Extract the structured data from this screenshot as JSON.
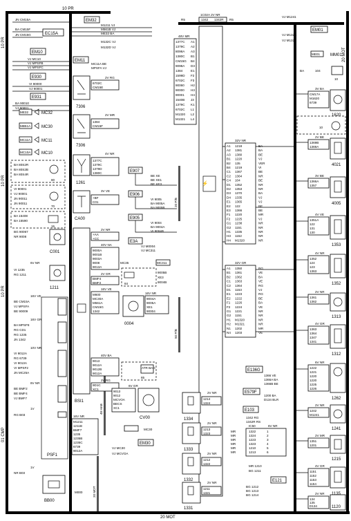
{
  "bars": {
    "top_left": "10 PR",
    "top_mid": "1C02A  2V NR",
    "top_mid_pins": [
      "R5",
      "1342",
      "1342R",
      "R5"
    ],
    "bottom": "20 MOT",
    "right_vertical": "20 MOT",
    "left_vertical": "10 PR",
    "left_vertical_2": "10 PR",
    "left_vertical_3": "10 PR",
    "left_vertical_4": "01 CMP",
    "mid_vertical_1": "20 P/B",
    "mid_vertical_2": "50 P/B",
    "mid_vertical_3": "48 HAB",
    "mid_vertical_4": "20 MOT"
  },
  "left_column": {
    "fuses": [
      {
        "id": "EC15A",
        "wires": [
          "JN CM15A",
          "BA CM15F",
          "JN CM15G"
        ]
      },
      {
        "id": "EM10",
        "wires": [
          "VJ MC10",
          "VJ MPSFB",
          "VJ MPSFC"
        ]
      },
      {
        "id": "E930",
        "wires": [
          "VI 90000",
          "VJ 90001"
        ]
      },
      {
        "id": "E931",
        "wires": [
          "BA 90010",
          "VJ 90001"
        ]
      }
    ],
    "motors": [
      {
        "id": "MC32",
        "conn": "ME32"
      },
      {
        "id": "MC30",
        "conn": "MB51A"
      },
      {
        "id": "MC11",
        "conn": "MC11A"
      },
      {
        "id": "MC10",
        "conn": "MC10A"
      }
    ],
    "block_80": {
      "label": "80",
      "wires": [
        "BA 80S2R",
        "BA 80S2B",
        "BA 80S4R"
      ]
    },
    "block_70": {
      "label": "70",
      "wires": [
        "VI 90001",
        "VJ 90001",
        "JN 90011",
        "JN 90011"
      ]
    },
    "block_15": {
      "label": "15",
      "wires": [
        "BA 15408",
        "BA 15590"
      ]
    },
    "c001": {
      "id": "C001",
      "wires": [
        "BG 90067",
        "NR 9008"
      ]
    },
    "c1211": {
      "id": "1211",
      "wires": [
        "6V NR",
        "VI 1235",
        "RG 1211"
      ]
    },
    "wires_16v_ve": {
      "label": "16V VE",
      "wires": [
        "BE CM15A",
        "VJ MPSFA",
        "BE 90009"
      ]
    },
    "wires_16v_gr": {
      "label": "16V GR",
      "wires": [
        "BA MPSF8",
        "RG CD1",
        "RG 1235",
        "JN 1342"
      ]
    },
    "wires_10v_nr": {
      "label": "10V NR",
      "wires": [
        "VI 9012A",
        "RG 6739",
        "VI 9013A",
        "VI MPSF2",
        "JN MC25A"
      ]
    },
    "wires_8v_nr": {
      "label": "8V NR",
      "wires": [
        "BE BMF2",
        "BE BMF4",
        "VJ BMF7"
      ]
    },
    "wire_1v": {
      "label": "1V",
      "wires": [
        "RG B03"
      ]
    },
    "psf1": "PSF1",
    "bb00": {
      "id": "BB00",
      "wires": [
        "1V",
        "NR B03"
      ]
    },
    "m000": "M000"
  },
  "mid_column": {
    "em32": {
      "id": "EM32",
      "wires": [
        "M1211 VJ",
        "M561B VJ",
        "ME32 BA"
      ]
    },
    "em11": {
      "id": "EM11",
      "wires": [
        "M132C VJ",
        "M132D VJ",
        "MC11A BE",
        "MPSFA VJ"
      ]
    },
    "block_7306a": {
      "id": "7306",
      "conn": "2V RG",
      "pins": [
        "6702C",
        "CM15E"
      ]
    },
    "block_7306b": {
      "id": "7306",
      "conn": "2V MR",
      "pins": [
        "1384",
        "CM15F"
      ]
    },
    "block_1261": {
      "id": "1261",
      "conn": "4V NR",
      "pins": [
        "1377C",
        "1379C",
        "1379D",
        "1380C"
      ]
    },
    "ca00": {
      "id": "CA00",
      "conn": "3V VE",
      "pins": [
        "+BF",
        "C01"
      ]
    },
    "bsi1": {
      "id": "BSI1",
      "conns": [
        {
          "label": "2V NR",
          "pins": [
            "+AA",
            "+CC"
          ]
        },
        {
          "label": "40V NA",
          "pins": [
            "9000A",
            "9001B",
            "9003A",
            "9008",
            "9013A"
          ]
        },
        {
          "label": "2V GR",
          "pins": [
            "BMF4",
            "BMF2"
          ]
        },
        {
          "label": "16V VE",
          "pins": [
            "M600",
            "MC30A",
            "M561A",
            "CM15G",
            "1342"
          ]
        },
        {
          "label": "40V BA",
          "pins": [
            "9013",
            "9012A",
            "9012B",
            "9012A"
          ]
        },
        {
          "label": "2V RG",
          "pins": [
            "9D1C",
            "XC1"
          ]
        },
        {
          "label": "16V NR",
          "pins": [
            "M1211",
            "1211B",
            "BMF7",
            "1235",
            "1235B",
            "1235C",
            "6739",
            "9012A"
          ]
        }
      ]
    },
    "pins_48v_mr": {
      "label": "48V MR",
      "rows": [
        {
          "w": "1377C",
          "p": "A1"
        },
        {
          "w": "1379C",
          "p": "A2"
        },
        {
          "w": "8098A",
          "p": "A3"
        },
        {
          "w": "1380C",
          "p": "B1"
        },
        {
          "w": "CM15G",
          "p": "B4"
        },
        {
          "w": "9098A",
          "p": "D3"
        },
        {
          "w": "1384",
          "p": "E1"
        },
        {
          "w": "1599D",
          "p": "F2"
        },
        {
          "w": "6702C",
          "p": "F3"
        },
        {
          "w": "90060",
          "p": "H2"
        },
        {
          "w": "90000",
          "p": "H3"
        },
        {
          "w": "90001",
          "p": "H4"
        },
        {
          "w": "1540B",
          "p": "J3"
        },
        {
          "w": "1379C",
          "p": "K1"
        },
        {
          "w": "6702C",
          "p": "L1"
        },
        {
          "w": "M1320",
          "p": "L2"
        },
        {
          "w": "M1321",
          "p": "L4"
        }
      ]
    },
    "e907": {
      "id": "E907",
      "wires": [
        "BE XE",
        "BE XE1",
        "BE XE3"
      ]
    },
    "e906": {
      "id": "E906",
      "wires": [
        "VI 9005",
        "BA 9005A",
        "BA 9005B"
      ]
    },
    "e905": {
      "id": "E905",
      "wires": [
        "VI 9004",
        "BA 9004A",
        "VI 9004B"
      ]
    },
    "e3a": {
      "id": "E3A",
      "wires": [
        "VJ M0004",
        "VJ MC311"
      ]
    },
    "mc35": {
      "id": "MC35",
      "wires": [
        "MC311"
      ]
    },
    "block_84": {
      "label": "84",
      "wires": [
        "9005B",
        "XE3",
        "9004B"
      ]
    },
    "c0004": {
      "id": "0004",
      "conn": "16V NR",
      "pins": [
        "9004A",
        "9005A",
        "XE1",
        "90004"
      ]
    },
    "atr_bag": {
      "label": "ATR BAG",
      "sub": "65"
    },
    "cv00": {
      "id": "CV00",
      "conn": "6V GR",
      "pins": [
        "9013",
        "9012",
        "MCVOA",
        "BECS",
        "XC1"
      ]
    },
    "mc30": {
      "id": "MC30",
      "wires": [
        "VJ MC30",
        "VJ MCVOA"
      ]
    },
    "em30": "EM30"
  },
  "pins_32v_nr": {
    "label": "32V NR",
    "rows": [
      [
        "A1",
        "1218",
        "BA"
      ],
      [
        "A2",
        "1381",
        "BA"
      ],
      [
        "A3",
        "1380",
        "BE"
      ],
      [
        "B1",
        "1220",
        "VJ"
      ],
      [
        "B2",
        "135",
        "VER"
      ],
      [
        "B4",
        "1219",
        "VI"
      ],
      [
        "C1",
        "1367",
        "BE"
      ],
      [
        "C2",
        "1364",
        "NR"
      ],
      [
        "C4",
        "104",
        "BE"
      ],
      [
        "D1",
        "1352",
        "NR"
      ],
      [
        "D2",
        "1353",
        "NR"
      ],
      [
        "D3",
        "1370",
        "BA"
      ],
      [
        "D4",
        "1335",
        "VJ"
      ],
      [
        "E1",
        "1365",
        "VJ"
      ],
      [
        "E2",
        "122",
        "BE"
      ],
      [
        "E3",
        "1366",
        "BE"
      ],
      [
        "F1",
        "1220",
        "MR"
      ],
      [
        "F2",
        "1225",
        "VJ"
      ],
      [
        "G1",
        "1238",
        "NR"
      ],
      [
        "G2",
        "1151",
        "NR"
      ],
      [
        "H1",
        "1335",
        "NR"
      ],
      [
        "H3",
        "1152",
        "NR"
      ],
      [
        "H4",
        "M1320",
        "NR"
      ]
    ]
  },
  "pins_32v_gr": {
    "label": "32V GR",
    "rows": [
      [
        "A1",
        "1350",
        "RG"
      ],
      [
        "B1",
        "1361",
        "VE"
      ],
      [
        "B2",
        "1362",
        "BA"
      ],
      [
        "C1",
        "1363",
        "VE"
      ],
      [
        "C2",
        "1364",
        "RG"
      ],
      [
        "D1",
        "1153",
        "VJ"
      ],
      [
        "E1",
        "1223",
        "RG"
      ],
      [
        "E2",
        "1222",
        "BE"
      ],
      [
        "F1",
        "1226",
        "BA"
      ],
      [
        "F2",
        "1224",
        "VE"
      ],
      [
        "G1",
        "1221",
        "NR"
      ],
      [
        "G2",
        "1151",
        "NR"
      ],
      [
        "H1",
        "M1320",
        "NR"
      ],
      [
        "H2",
        "M1321",
        "NR"
      ],
      [
        "N1",
        "1202",
        "MR"
      ],
      [
        "N4",
        "1203",
        "VE"
      ]
    ]
  },
  "c1320": "1320",
  "right_column": {
    "em01": {
      "id": "EM01",
      "wires": [
        "VJ M1241",
        "VJ M1320",
        "VJ M132C",
        "VJ M1320"
      ]
    },
    "mm01": {
      "id": "MM01",
      "wires": [
        "ME01"
      ]
    },
    "c10": {
      "label": "10",
      "conn": "104",
      "color": "BA"
    },
    "c1620": {
      "id": "1620",
      "conn": "3V BA",
      "pins": [
        "CM17A",
        "M1620",
        "6739"
      ]
    },
    "c10b": "10",
    "c4021": {
      "id": "4021",
      "conn": "2V BE",
      "pins": [
        "1369B",
        "1369A"
      ]
    },
    "c4005": {
      "id": "4005",
      "conn": "3V BE",
      "pins": [
        "1366A",
        "1357"
      ]
    },
    "c1353": {
      "id": "1353",
      "conn": "4V VE",
      "pins": [
        "1351A",
        "122",
        "131",
        "130"
      ]
    },
    "c1352": {
      "id": "1352",
      "conn": "4V NR",
      "pins": [
        "1352",
        "124",
        "123",
        "1363"
      ]
    },
    "c1313": {
      "id": "1313",
      "conn": "2V NR",
      "pins": [
        "1361",
        "1362"
      ]
    },
    "c1312": {
      "id": "1312",
      "conn": "4V GR",
      "pins": [
        "1363",
        "1364",
        "1347",
        "1341"
      ]
    },
    "c1262": {
      "id": "1262",
      "conn": "6V NR",
      "pins": [
        "1222",
        "1221",
        "1220",
        "1220",
        "1225",
        "1226"
      ]
    },
    "c1241": {
      "id": "1241",
      "conn": "2V NR",
      "pins": [
        "1242",
        "M1241"
      ]
    },
    "c1215": {
      "id": "1215",
      "conn": "2V MR",
      "pins": [
        "1351",
        "1201"
      ]
    },
    "c1135": {
      "id": "1135",
      "conn": "4V GR",
      "pins": [
        "1151",
        "1152",
        "1153",
        "1154"
      ]
    },
    "c1120": {
      "id": "1120",
      "conn": "2V NR",
      "pins": [
        "134",
        "135",
        "D134"
      ]
    }
  },
  "mid_right": {
    "e136g": {
      "id": "E136G",
      "wires": [
        "1366 VE",
        "1366A BA",
        "1366B BE"
      ]
    },
    "e579f": {
      "id": "E579F",
      "wires": [
        "1200 BA",
        "D134 BLR"
      ]
    },
    "e103": {
      "id": "E103",
      "wires": [
        "1342 RG",
        "1342R RS"
      ]
    },
    "c1334": {
      "id": "1334",
      "conn": "2V NR",
      "pins": [
        "1214",
        "1324"
      ]
    },
    "c1333": {
      "id": "1333",
      "conn": "2V NR",
      "pins": [
        "1213",
        "1323"
      ]
    },
    "c1332": {
      "id": "1332",
      "conn": "2V NR",
      "pins": [
        "1212",
        "1322"
      ]
    },
    "c1331": {
      "id": "1331",
      "conn": "2V NR",
      "pins": [
        "1211",
        "1321"
      ]
    },
    "ic50": {
      "id": "IC50",
      "conn": "6V NR",
      "rows": [
        [
          "MR",
          "1322",
          "1"
        ],
        [
          "MR",
          "1324",
          "2"
        ],
        [
          "MR",
          "1223",
          "3"
        ],
        [
          "MR",
          "1323",
          "4"
        ],
        [
          "MR",
          "1210",
          "5"
        ],
        [
          "MR",
          "1213",
          "6"
        ]
      ]
    },
    "wire_1210": {
      "wires": [
        "MR 1210",
        "BG 1211"
      ]
    },
    "e121": {
      "id": "E121",
      "wires": [
        "BG 1212",
        "BG 1213",
        "BG 1214"
      ]
    }
  }
}
